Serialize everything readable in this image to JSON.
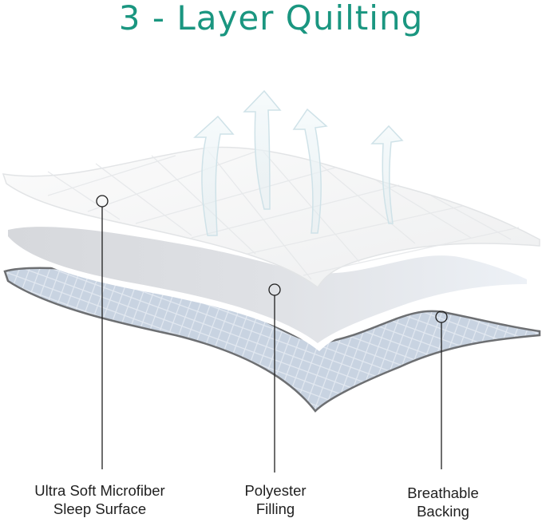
{
  "title": "3 - Layer Quilting",
  "colors": {
    "title": "#1a9680",
    "top_layer": "#f7f8f8",
    "filling_layer": "#dcdfe3",
    "backing_layer": "#c9d3e0",
    "backing_edge": "#6d6f72",
    "arrow": "#eef6f8",
    "callout": "#1f1f1f"
  },
  "icons": {
    "arrows": "airflow-up-arrows"
  },
  "labels": [
    {
      "id": "surface",
      "line1": "Ultra Soft Microfiber",
      "line2": "Sleep Surface"
    },
    {
      "id": "filling",
      "line1": "Polyester",
      "line2": "Filling"
    },
    {
      "id": "backing",
      "line1": "Breathable",
      "line2": "Backing"
    }
  ]
}
